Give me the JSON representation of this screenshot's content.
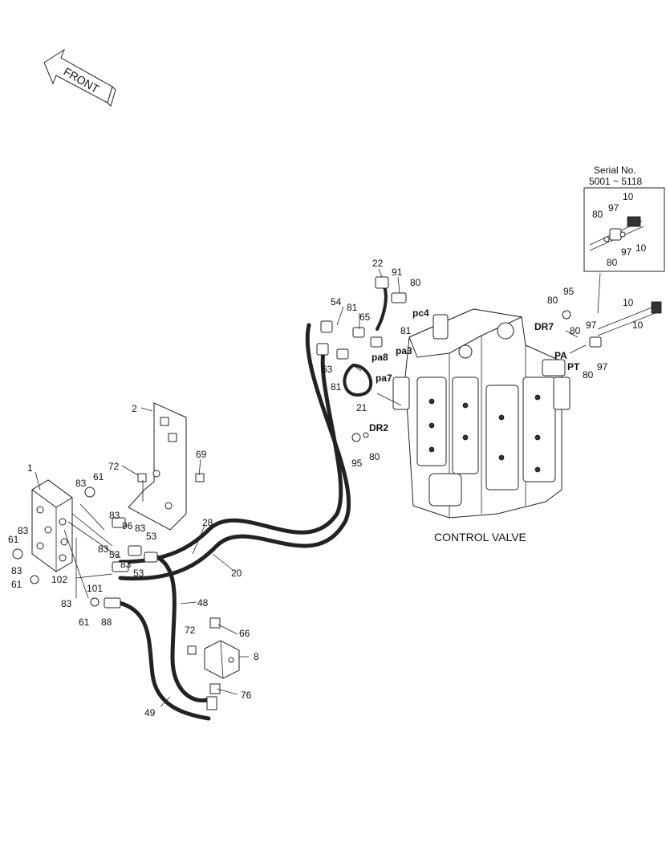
{
  "front_arrow": {
    "text": "FRONT"
  },
  "caption": {
    "control_valve": "CONTROL VALVE"
  },
  "inset": {
    "serial_line1": "Serial No.",
    "serial_line2": "5001 ~ 5118"
  },
  "callouts": [
    {
      "id": "c1",
      "text": "1",
      "bold": false
    },
    {
      "id": "c2",
      "text": "2",
      "bold": false
    },
    {
      "id": "c72a",
      "text": "72",
      "bold": false
    },
    {
      "id": "c69",
      "text": "69",
      "bold": false
    },
    {
      "id": "c83a",
      "text": "83",
      "bold": false
    },
    {
      "id": "c61a",
      "text": "61",
      "bold": false
    },
    {
      "id": "c61b",
      "text": "61",
      "bold": false
    },
    {
      "id": "c83b",
      "text": "83",
      "bold": false
    },
    {
      "id": "c83c",
      "text": "83",
      "bold": false
    },
    {
      "id": "c61c",
      "text": "61",
      "bold": false
    },
    {
      "id": "c83d",
      "text": "83",
      "bold": false
    },
    {
      "id": "c96",
      "text": "96",
      "bold": false
    },
    {
      "id": "c83e",
      "text": "83",
      "bold": false
    },
    {
      "id": "c53a",
      "text": "53",
      "bold": false
    },
    {
      "id": "c83f",
      "text": "83",
      "bold": false
    },
    {
      "id": "c53b",
      "text": "53",
      "bold": false
    },
    {
      "id": "c83g",
      "text": "83",
      "bold": false
    },
    {
      "id": "c53c",
      "text": "53",
      "bold": false
    },
    {
      "id": "c28",
      "text": "28",
      "bold": false
    },
    {
      "id": "c20",
      "text": "20",
      "bold": false
    },
    {
      "id": "c102",
      "text": "102",
      "bold": false
    },
    {
      "id": "c101",
      "text": "101",
      "bold": false
    },
    {
      "id": "c83h",
      "text": "83",
      "bold": false
    },
    {
      "id": "c61d",
      "text": "61",
      "bold": false
    },
    {
      "id": "c88",
      "text": "88",
      "bold": false
    },
    {
      "id": "c48",
      "text": "48",
      "bold": false
    },
    {
      "id": "c72b",
      "text": "72",
      "bold": false
    },
    {
      "id": "c66",
      "text": "66",
      "bold": false
    },
    {
      "id": "c8",
      "text": "8",
      "bold": false
    },
    {
      "id": "c76",
      "text": "76",
      "bold": false
    },
    {
      "id": "c49",
      "text": "49",
      "bold": false
    },
    {
      "id": "c22",
      "text": "22",
      "bold": false
    },
    {
      "id": "c91",
      "text": "91",
      "bold": false
    },
    {
      "id": "c80a",
      "text": "80",
      "bold": false
    },
    {
      "id": "c54",
      "text": "54",
      "bold": false
    },
    {
      "id": "c81a",
      "text": "81",
      "bold": false
    },
    {
      "id": "c65",
      "text": "65",
      "bold": false
    },
    {
      "id": "cpc4",
      "text": "pc4",
      "bold": true
    },
    {
      "id": "c81b",
      "text": "81",
      "bold": false
    },
    {
      "id": "cpa3",
      "text": "pa3",
      "bold": true
    },
    {
      "id": "cpa8",
      "text": "pa8",
      "bold": true
    },
    {
      "id": "c63",
      "text": "63",
      "bold": false
    },
    {
      "id": "c81c",
      "text": "81",
      "bold": false
    },
    {
      "id": "cpa7",
      "text": "pa7",
      "bold": true
    },
    {
      "id": "c21",
      "text": "21",
      "bold": false
    },
    {
      "id": "cdr2",
      "text": "DR2",
      "bold": true
    },
    {
      "id": "c95a",
      "text": "95",
      "bold": false
    },
    {
      "id": "c80b",
      "text": "80",
      "bold": false
    },
    {
      "id": "c80c",
      "text": "80",
      "bold": false
    },
    {
      "id": "c95b",
      "text": "95",
      "bold": false
    },
    {
      "id": "cdr7",
      "text": "DR7",
      "bold": true
    },
    {
      "id": "c10a",
      "text": "10",
      "bold": false
    },
    {
      "id": "c10b",
      "text": "10",
      "bold": false
    },
    {
      "id": "c80d",
      "text": "80",
      "bold": false
    },
    {
      "id": "c97a",
      "text": "97",
      "bold": false
    },
    {
      "id": "cpa",
      "text": "PA",
      "bold": true
    },
    {
      "id": "cpt",
      "text": "PT",
      "bold": true
    },
    {
      "id": "c80e",
      "text": "80",
      "bold": false
    },
    {
      "id": "c97b",
      "text": "97",
      "bold": false
    },
    {
      "id": "ci10a",
      "text": "10",
      "bold": false
    },
    {
      "id": "ci80a",
      "text": "80",
      "bold": false
    },
    {
      "id": "ci97a",
      "text": "97",
      "bold": false
    },
    {
      "id": "ci10b",
      "text": "10",
      "bold": false
    },
    {
      "id": "ci97b",
      "text": "97",
      "bold": false
    },
    {
      "id": "ci80b",
      "text": "80",
      "bold": false
    }
  ]
}
